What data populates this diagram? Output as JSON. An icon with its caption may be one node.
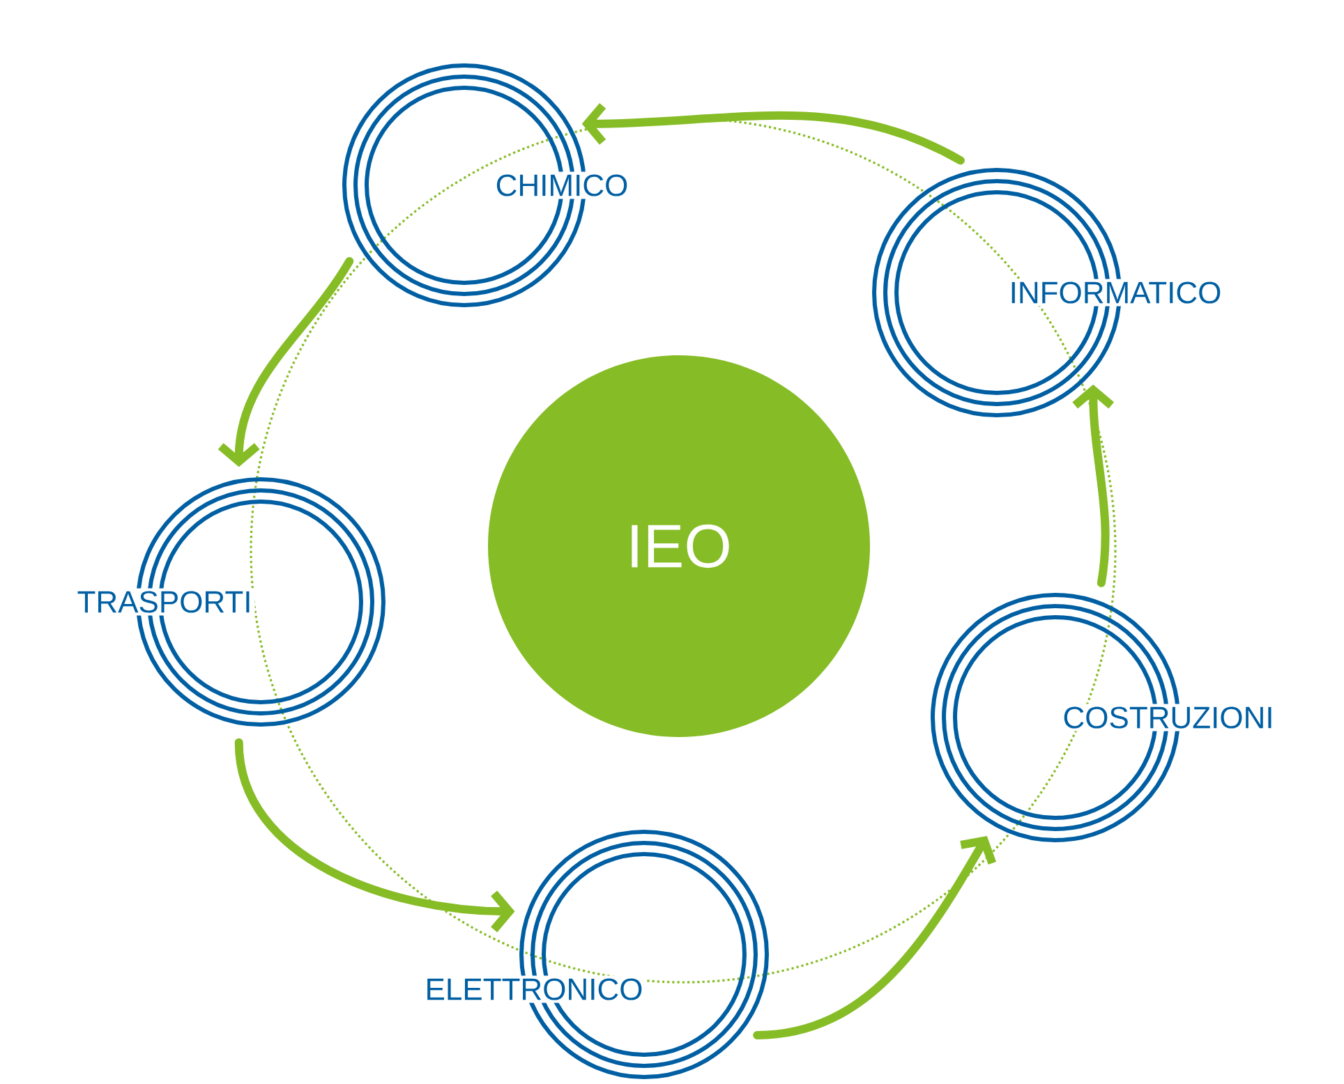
{
  "diagram": {
    "nodes": [
      {
        "text": [
          "IEO"
        ]
      },
      {
        "text": [
          "CHIMICO"
        ]
      },
      {
        "text": [
          "INFORMATICO"
        ]
      },
      {
        "text": [
          "COSTRUZIONI"
        ]
      },
      {
        "text": [
          "ELETTRONICO"
        ]
      },
      {
        "text": [
          "TRASPORTI"
        ]
      }
    ],
    "edges": [
      {
        "from": 2,
        "to": 1,
        "arrow": "to"
      },
      {
        "from": 1,
        "to": 5,
        "arrow": "to"
      },
      {
        "from": 5,
        "to": 4,
        "arrow": "to"
      },
      {
        "from": 4,
        "to": 3,
        "arrow": "to"
      },
      {
        "from": 3,
        "to": 2,
        "arrow": "to"
      }
    ]
  }
}
